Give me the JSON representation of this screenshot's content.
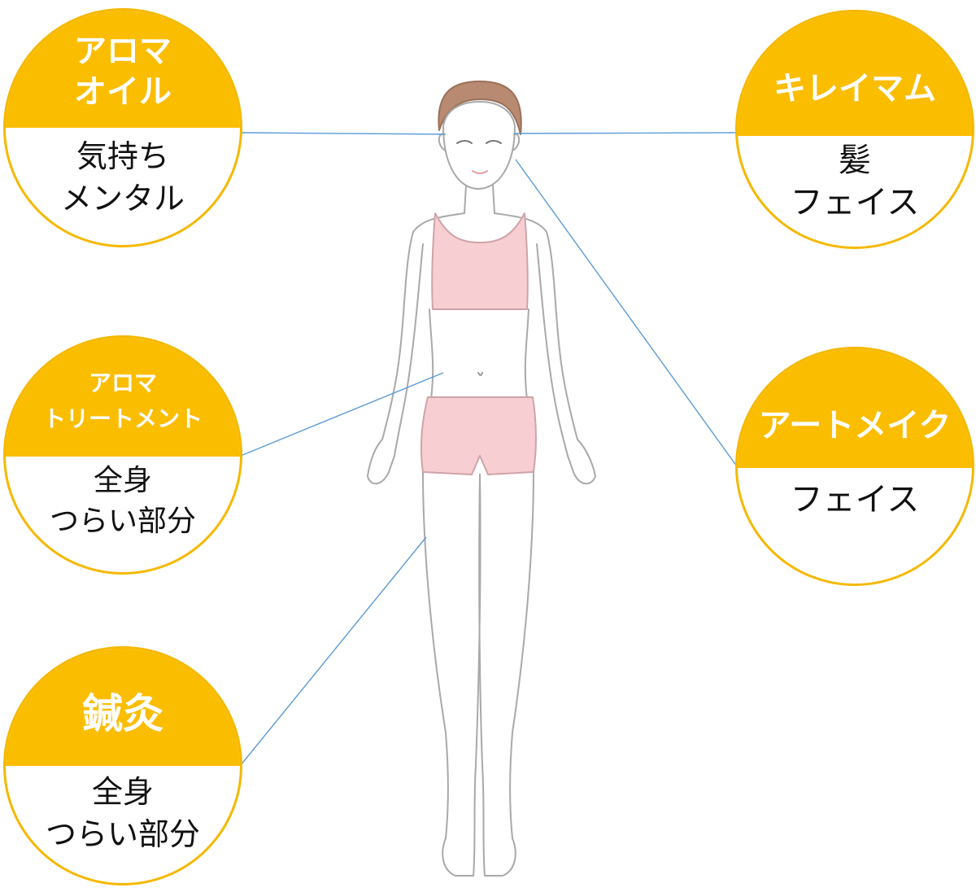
{
  "colors": {
    "badge_fill": "#fbbd00",
    "badge_border": "#f5b800",
    "connector": "#5b9bd5",
    "garment": "#f7cfd3",
    "outline": "#a9a9a9",
    "hair": "#b88a72"
  },
  "badges": {
    "aroma_oil": {
      "title": [
        "アロマ",
        "オイル"
      ],
      "body": [
        "気持ち",
        "メンタル"
      ]
    },
    "aroma_treatment": {
      "title": [
        "アロマ",
        "トリートメント"
      ],
      "body": [
        "全身",
        "つらい部分"
      ]
    },
    "acupuncture": {
      "title": [
        "鍼灸"
      ],
      "body": [
        "全身",
        "つらい部分"
      ]
    },
    "kireimamu": {
      "title": [
        "キレイマム"
      ],
      "body": [
        "髪",
        "フェイス"
      ]
    },
    "art_make": {
      "title": [
        "アートメイク"
      ],
      "body": [
        "フェイス"
      ]
    }
  }
}
